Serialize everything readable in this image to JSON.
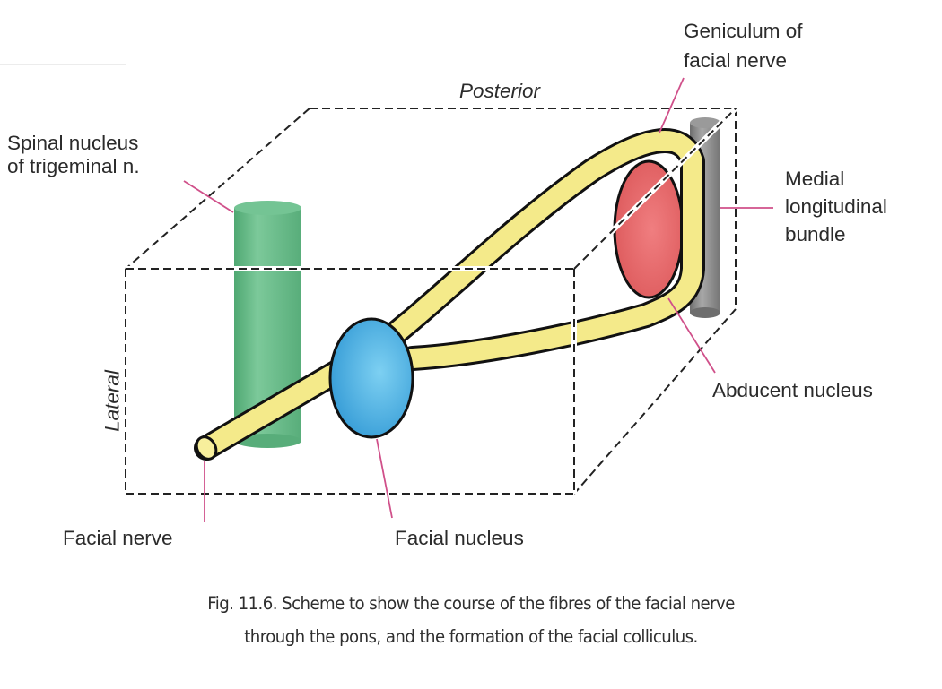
{
  "figure": {
    "labels": {
      "posterior": "Posterior",
      "lateral": "Lateral",
      "spinal_nucleus_line1": "Spinal nucleus",
      "spinal_nucleus_line2": "of trigeminal n.",
      "geniculum_line1": "Geniculum of",
      "geniculum_line2": "facial nerve",
      "mlb_line1": "Medial",
      "mlb_line2": "longitudinal",
      "mlb_line3": "bundle",
      "abducent_nucleus": "Abducent nucleus",
      "facial_nerve": "Facial nerve",
      "facial_nucleus": "Facial nucleus"
    },
    "caption": {
      "line1": "Fig. 11.6. Scheme to show the course of the fibres of the facial nerve",
      "line2": "through the pons, and the formation of the facial colliculus."
    },
    "colors": {
      "nerve_fill": "#f4ea8a",
      "facial_nucleus": "#5cb8e6",
      "abducent_nucleus": "#e8686a",
      "spinal_nucleus": "#6cbf8c",
      "mlb": "#8c8c8c",
      "leader_line": "#d0508a",
      "outline": "#111111",
      "box_dash": "#222222"
    }
  }
}
